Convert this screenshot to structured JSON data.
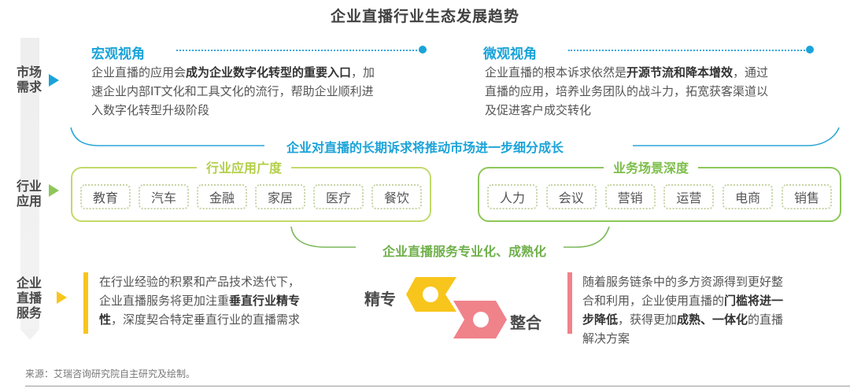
{
  "title": "企业直播行业生态发展趋势",
  "colors": {
    "market_blue": "#1ba3d9",
    "industry_green": "#8dc65a",
    "industry_yellowgreen": "#b9d45a",
    "service_yellow": "#f8c51c",
    "service_pink": "#f0828a",
    "text_grey": "#555555",
    "sidebar_grey": "#eeeeee"
  },
  "rows": [
    {
      "label_line1": "市场",
      "label_line2": "需求",
      "arrow_color": "#1ba3d9"
    },
    {
      "label_line1": "行业",
      "label_line2": "应用",
      "arrow_color": "#8dc65a"
    },
    {
      "label_line1": "企业",
      "label_line2": "直播",
      "label_line3": "服务",
      "arrow_color": "#f8c51c"
    }
  ],
  "market": {
    "macro": {
      "title": "宏观视角",
      "line1_pre": "企业直播的应用会",
      "line1_bold": "成为企业数字化转型的重要入口",
      "line1_post": "，加",
      "line2": "速企业内部IT文化和工具文化的流行，帮助企业顺利进",
      "line3": "入数字化转型升级阶段"
    },
    "micro": {
      "title": "微观视角",
      "line1_pre": "企业直播的根本诉求依然是",
      "line1_bold": "开源节流和降本增效",
      "line1_post": "，通过",
      "line2": "直播的应用，培养业务团队的战斗力，拓宽获客渠道以",
      "line3": "及促进客户成交转化"
    },
    "conclusion": "企业对直播的长期诉求将推动市场进一步细分成长"
  },
  "industry": {
    "breadth": {
      "title": "行业应用广度",
      "tags": [
        "教育",
        "汽车",
        "金融",
        "家居",
        "医疗",
        "餐饮"
      ]
    },
    "depth": {
      "title": "业务场景深度",
      "tags": [
        "人力",
        "会议",
        "营销",
        "运营",
        "电商",
        "销售"
      ]
    },
    "conclusion": "企业直播服务专业化、成熟化"
  },
  "service": {
    "left": {
      "line1": "在行业经验的积累和产品技术迭代下，",
      "line2_pre": "企业直播服务将更加注重",
      "line2_bold": "垂直行业精专",
      "line3_bold": "性",
      "line3_post": "，深度契合特定垂直行业的直播需求"
    },
    "word_specialize": "精专",
    "word_integrate": "整合",
    "right": {
      "line1": "随着服务链条中的多方资源得到更好整",
      "line2_pre": "合和利用，企业使用直播的",
      "line2_bold": "门槛将进一",
      "line3_bold": "步降低",
      "line3_mid": "，获得更加",
      "line3_bold2": "成熟、一体化",
      "line3_post": "的直播",
      "line4": "解决方案"
    }
  },
  "footer": {
    "source": "来源：艾瑞咨询研究院自主研究及绘制。"
  }
}
